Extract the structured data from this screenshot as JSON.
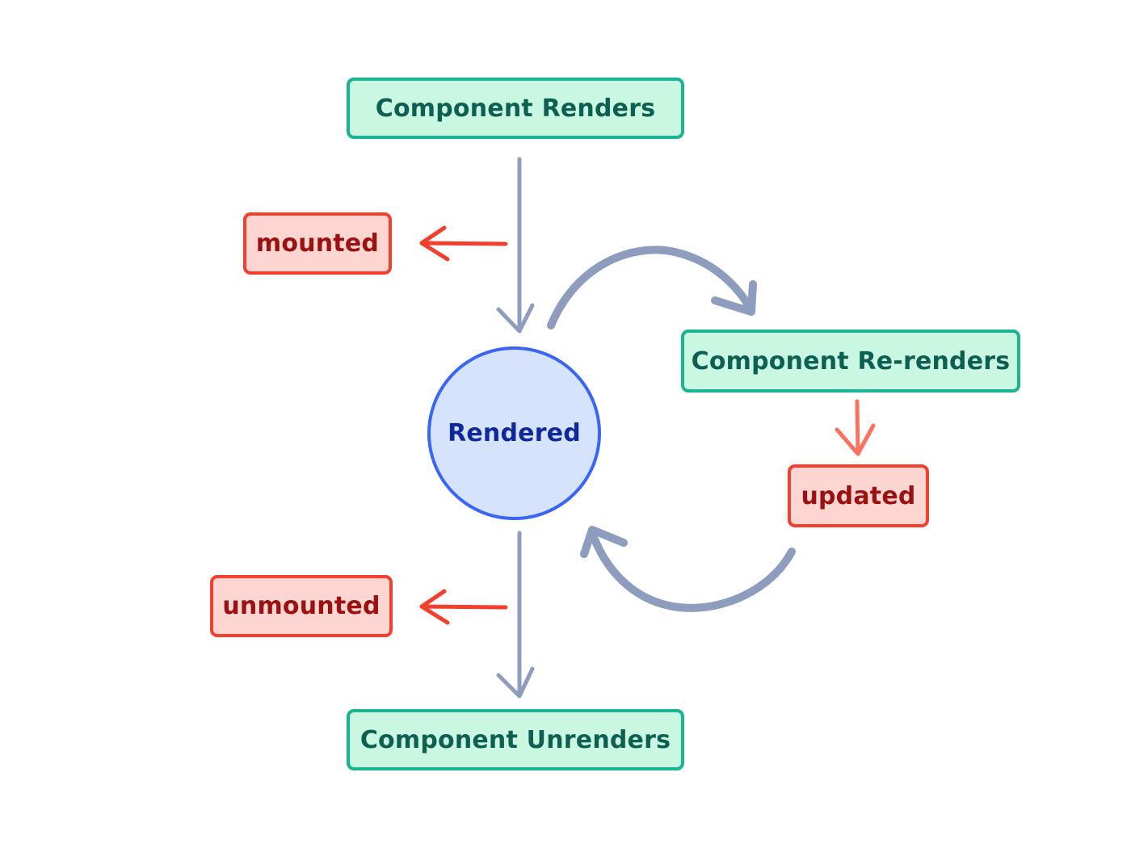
{
  "diagram": {
    "nodes": {
      "component_renders": "Component Renders",
      "rendered": "Rendered",
      "component_rerenders": "Component Re-renders",
      "component_unrenders": "Component Unrenders",
      "mounted": "mounted",
      "updated": "updated",
      "unmounted": "unmounted"
    },
    "colors": {
      "component_fill": "#c9f7e1",
      "component_border": "#1bb493",
      "component_text": "#0d5f51",
      "hook_fill": "#fdd5d1",
      "hook_border": "#f2402f",
      "hook_text": "#9b1010",
      "state_fill": "#d5e3fd",
      "state_border": "#3a65f6",
      "state_text": "#10299a",
      "flow_arrow": "#8e9dbd",
      "hook_arrow": "#f2402f",
      "updated_arrow": "#f9735e"
    }
  }
}
